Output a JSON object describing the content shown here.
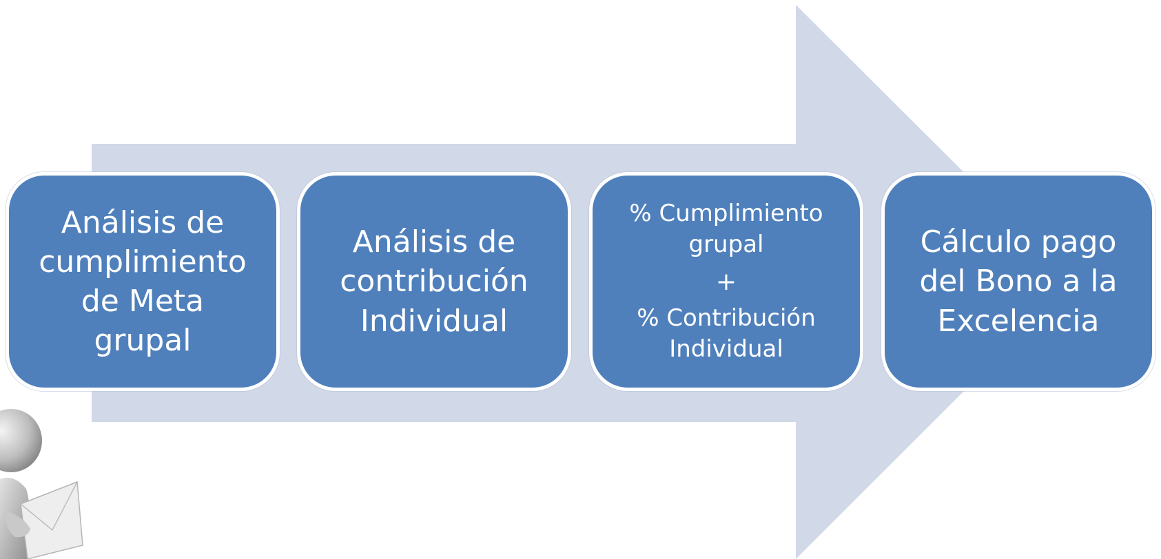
{
  "colors": {
    "arrow_fill": "#d1d8e8",
    "box_fill": "#4f80bc",
    "box_border": "#ffffff",
    "text": "#ffffff"
  },
  "steps": [
    {
      "label": "Análisis de\ncumplimiento\nde Meta\ngrupal"
    },
    {
      "label": "Análisis de\ncontribución\nIndividual"
    },
    {
      "line1": "% Cumplimiento\ngrupal",
      "operator": "+",
      "line2": "% Contribución\nIndividual"
    },
    {
      "label": "Cálculo pago\ndel Bono a la\nExcelencia"
    }
  ],
  "decorations": {
    "figure_icon": "person-carrying-envelope-icon"
  }
}
